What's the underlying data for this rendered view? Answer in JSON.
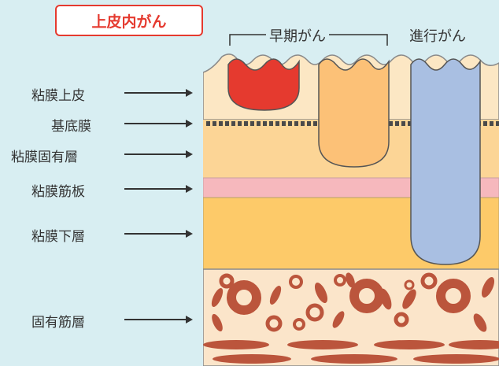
{
  "callout": {
    "text": "上皮内がん",
    "color": "#e53a2f"
  },
  "groups": {
    "early": "早期がん",
    "advanced": "進行がん"
  },
  "layers": [
    {
      "label": "粘膜上皮",
      "color": "#fce7c4"
    },
    {
      "label": "基底膜",
      "color": "#4a4a4a"
    },
    {
      "label": "粘膜固有層",
      "color": "#fcd596"
    },
    {
      "label": "粘膜筋板",
      "color": "#f6b8bd"
    },
    {
      "label": "粘膜下層",
      "color": "#fdca69"
    },
    {
      "label": "固有筋層",
      "color": "#fbe5ca"
    }
  ],
  "tumors": {
    "intraepithelial": "#e53a2f",
    "early": "#fcc177",
    "advanced": "#a9bfe2"
  },
  "muscle_color": "#bb553c"
}
